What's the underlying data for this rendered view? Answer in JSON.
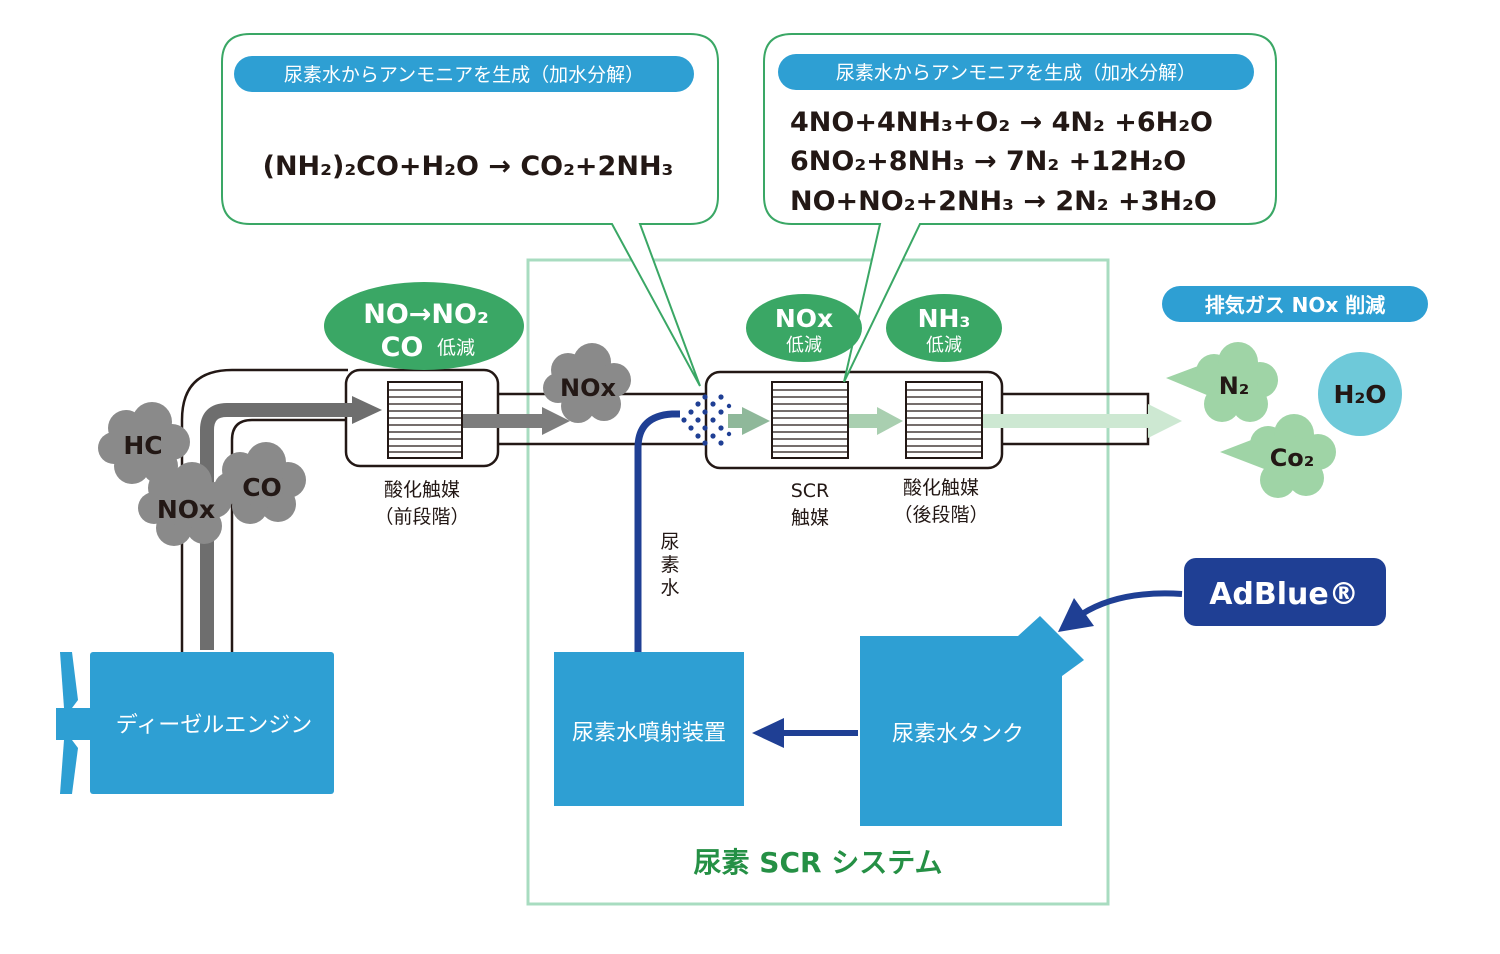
{
  "callouts": {
    "hydrolysis": {
      "header": "尿素水からアンモニアを生成（加水分解）",
      "equation": "(NH₂)₂CO+H₂O → CO₂+2NH₃"
    },
    "scr_reaction": {
      "header": "尿素水からアンモニアを生成（加水分解）",
      "equations": [
        "4NO+4NH₃+O₂ → 4N₂ +6H₂O",
        "6NO₂+8NH₃ → 7N₂ +12H₂O",
        "NO+NO₂+2NH₃ → 2N₂ +3H₂O"
      ]
    }
  },
  "badges": {
    "pre_catalyst": {
      "line1": "NO→NO₂",
      "line2_main": "CO",
      "line2_sub": "低減"
    },
    "scr": {
      "main": "NOx",
      "sub": "低減"
    },
    "post_catalyst": {
      "main": "NH₃",
      "sub": "低減"
    },
    "exhaust": "排気ガス NOx 削減"
  },
  "gases": {
    "hc": "HC",
    "nox_engine": "NOx",
    "co": "CO",
    "nox_pipe": "NOx",
    "n2": "N₂",
    "h2o": "H₂O",
    "co2": "Co₂"
  },
  "labels": {
    "ox_catalyst_front": [
      "酸化触媒",
      "（前段階）"
    ],
    "scr_catalyst": [
      "SCR",
      "触媒"
    ],
    "ox_catalyst_rear": [
      "酸化触媒",
      "（後段階）"
    ],
    "urea_water_vertical": [
      "尿",
      "素",
      "水"
    ]
  },
  "boxes": {
    "engine": "ディーゼルエンジン",
    "injector": "尿素水噴射装置",
    "tank": "尿素水タンク",
    "adblue": "AdBlue®"
  },
  "system_title": "尿素 SCR システム",
  "colors": {
    "box_blue": "#2e9fd3",
    "green": "#3aa765",
    "panel_border": "#a8dcc0",
    "navy": "#1f3f94",
    "cloud_gray": "#8a8a8a",
    "cloud_green": "#9fd4a6",
    "h2o_circle": "#6ec9d9",
    "system_title": "#259045"
  }
}
